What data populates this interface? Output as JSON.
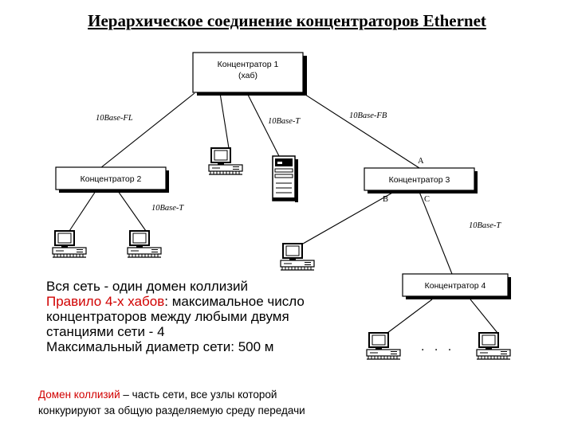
{
  "title": "Иерархическое соединение концентраторов Ethernet",
  "hubs": {
    "hub1": {
      "line1": "Концентратор 1",
      "line2": "(хаб)"
    },
    "hub2": {
      "label": "Концентратор 2"
    },
    "hub3": {
      "label": "Концентратор 3"
    },
    "hub4": {
      "label": "Концентратор 4"
    }
  },
  "media": {
    "fl": "10Base-FL",
    "t_center": "10Base-T",
    "fb": "10Base-FB",
    "t_hub2": "10Base-T",
    "t_hub3": "10Base-T"
  },
  "ports": {
    "a": "A",
    "b": "B",
    "c": "C"
  },
  "ellipsis": ". . .",
  "notes": {
    "line1": "Вся сеть - один домен коллизий",
    "rule_red": "Правило 4-х хабов",
    "rule_rest": ": максимальное число",
    "line3": "концентраторов между любыми двумя",
    "line4": "станциями сети - 4",
    "line5": "Максимальный диаметр сети: 500 м"
  },
  "definition": {
    "term": "Домен коллизий",
    "dash": " – ",
    "text1": "часть сети, все узлы которой",
    "text2": "конкурируют за общую разделяемую среду передачи"
  },
  "colors": {
    "accent": "#d10000"
  }
}
